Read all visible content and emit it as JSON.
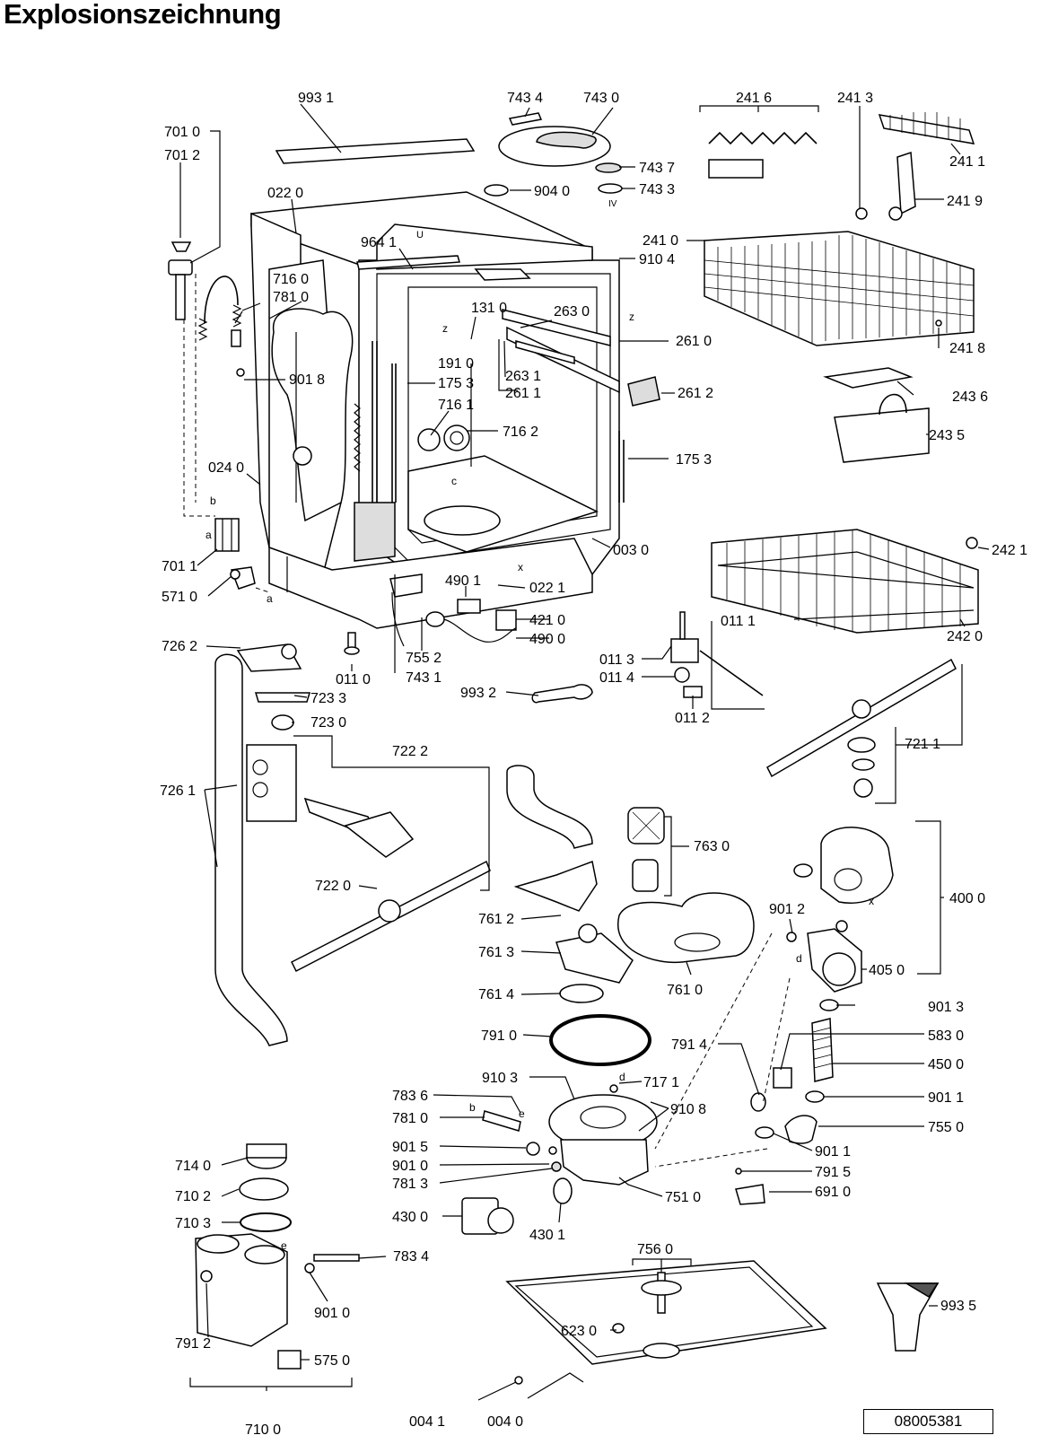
{
  "title": "Explosionszeichnung",
  "document_number": "08005381",
  "labels": [
    {
      "id": "993-1",
      "text": "993 1"
    },
    {
      "id": "743-4",
      "text": "743 4"
    },
    {
      "id": "743-0",
      "text": "743 0"
    },
    {
      "id": "241-6",
      "text": "241 6"
    },
    {
      "id": "241-3",
      "text": "241 3"
    },
    {
      "id": "701-0",
      "text": "701 0"
    },
    {
      "id": "701-2",
      "text": "701 2"
    },
    {
      "id": "743-7",
      "text": "743 7"
    },
    {
      "id": "241-1",
      "text": "241 1"
    },
    {
      "id": "904-0",
      "text": "904 0"
    },
    {
      "id": "743-3",
      "text": "743 3"
    },
    {
      "id": "022-0",
      "text": "022 0"
    },
    {
      "id": "241-9",
      "text": "241 9"
    },
    {
      "id": "964-1",
      "text": "964 1"
    },
    {
      "id": "241-0",
      "text": "241 0"
    },
    {
      "id": "910-4",
      "text": "910 4"
    },
    {
      "id": "716-0",
      "text": "716 0"
    },
    {
      "id": "781-0a",
      "text": "781 0"
    },
    {
      "id": "131-0",
      "text": "131 0"
    },
    {
      "id": "263-0",
      "text": "263 0"
    },
    {
      "id": "261-0",
      "text": "261 0"
    },
    {
      "id": "241-8",
      "text": "241 8"
    },
    {
      "id": "191-0",
      "text": "191 0"
    },
    {
      "id": "263-1",
      "text": "263 1"
    },
    {
      "id": "901-8",
      "text": "901 8"
    },
    {
      "id": "175-3a",
      "text": "175 3"
    },
    {
      "id": "261-1",
      "text": "261 1"
    },
    {
      "id": "261-2",
      "text": "261 2"
    },
    {
      "id": "243-6",
      "text": "243 6"
    },
    {
      "id": "716-1",
      "text": "716 1"
    },
    {
      "id": "716-2",
      "text": "716 2"
    },
    {
      "id": "243-5",
      "text": "243 5"
    },
    {
      "id": "175-3b",
      "text": "175 3"
    },
    {
      "id": "024-0",
      "text": "024 0"
    },
    {
      "id": "003-0",
      "text": "003 0"
    },
    {
      "id": "242-1",
      "text": "242 1"
    },
    {
      "id": "701-1",
      "text": "701 1"
    },
    {
      "id": "490-1",
      "text": "490 1"
    },
    {
      "id": "022-1",
      "text": "022 1"
    },
    {
      "id": "571-0",
      "text": "571 0"
    },
    {
      "id": "421-0",
      "text": "421 0"
    },
    {
      "id": "011-1",
      "text": "011 1"
    },
    {
      "id": "490-0",
      "text": "490 0"
    },
    {
      "id": "242-0",
      "text": "242 0"
    },
    {
      "id": "726-2",
      "text": "726 2"
    },
    {
      "id": "755-2",
      "text": "755 2"
    },
    {
      "id": "011-3",
      "text": "011 3"
    },
    {
      "id": "743-1",
      "text": "743 1"
    },
    {
      "id": "011-0",
      "text": "011 0"
    },
    {
      "id": "011-4",
      "text": "011 4"
    },
    {
      "id": "723-3",
      "text": "723 3"
    },
    {
      "id": "993-2",
      "text": "993 2"
    },
    {
      "id": "723-0",
      "text": "723 0"
    },
    {
      "id": "011-2",
      "text": "011 2"
    },
    {
      "id": "721-1",
      "text": "721 1"
    },
    {
      "id": "722-2",
      "text": "722 2"
    },
    {
      "id": "726-1",
      "text": "726 1"
    },
    {
      "id": "763-0",
      "text": "763 0"
    },
    {
      "id": "722-0",
      "text": "722 0"
    },
    {
      "id": "400-0",
      "text": "400 0"
    },
    {
      "id": "901-2",
      "text": "901 2"
    },
    {
      "id": "761-2",
      "text": "761 2"
    },
    {
      "id": "761-3",
      "text": "761 3"
    },
    {
      "id": "405-0",
      "text": "405 0"
    },
    {
      "id": "761-0",
      "text": "761 0"
    },
    {
      "id": "761-4",
      "text": "761 4"
    },
    {
      "id": "901-3",
      "text": "901 3"
    },
    {
      "id": "791-0",
      "text": "791 0"
    },
    {
      "id": "791-4",
      "text": "791 4"
    },
    {
      "id": "583-0",
      "text": "583 0"
    },
    {
      "id": "450-0",
      "text": "450 0"
    },
    {
      "id": "910-3",
      "text": "910 3"
    },
    {
      "id": "717-1",
      "text": "717 1"
    },
    {
      "id": "783-6",
      "text": "783 6"
    },
    {
      "id": "901-1a",
      "text": "901 1"
    },
    {
      "id": "910-8",
      "text": "910 8"
    },
    {
      "id": "781-0b",
      "text": "781 0"
    },
    {
      "id": "755-0",
      "text": "755 0"
    },
    {
      "id": "901-5",
      "text": "901 5"
    },
    {
      "id": "901-1b",
      "text": "901 1"
    },
    {
      "id": "714-0",
      "text": "714 0"
    },
    {
      "id": "901-0a",
      "text": "901 0"
    },
    {
      "id": "791-5",
      "text": "791 5"
    },
    {
      "id": "781-3",
      "text": "781 3"
    },
    {
      "id": "751-0",
      "text": "751 0"
    },
    {
      "id": "691-0",
      "text": "691 0"
    },
    {
      "id": "710-2",
      "text": "710 2"
    },
    {
      "id": "430-0",
      "text": "430 0"
    },
    {
      "id": "430-1",
      "text": "430 1"
    },
    {
      "id": "710-3",
      "text": "710 3"
    },
    {
      "id": "756-0",
      "text": "756 0"
    },
    {
      "id": "783-4",
      "text": "783 4"
    },
    {
      "id": "993-5",
      "text": "993 5"
    },
    {
      "id": "901-0b",
      "text": "901 0"
    },
    {
      "id": "623-0",
      "text": "623 0"
    },
    {
      "id": "791-2",
      "text": "791 2"
    },
    {
      "id": "575-0",
      "text": "575 0"
    },
    {
      "id": "004-1",
      "text": "004 1"
    },
    {
      "id": "004-0",
      "text": "004 0"
    },
    {
      "id": "710-0",
      "text": "710 0"
    }
  ],
  "letters": [
    {
      "id": "b1",
      "text": "b"
    },
    {
      "id": "a1",
      "text": "a"
    },
    {
      "id": "a2",
      "text": "a"
    },
    {
      "id": "z1",
      "text": "z"
    },
    {
      "id": "z2",
      "text": "z"
    },
    {
      "id": "c1",
      "text": "c"
    },
    {
      "id": "x1",
      "text": "x"
    },
    {
      "id": "x2",
      "text": "x"
    },
    {
      "id": "d1",
      "text": "d"
    },
    {
      "id": "d2",
      "text": "d"
    },
    {
      "id": "e1",
      "text": "e"
    },
    {
      "id": "b2",
      "text": "b"
    },
    {
      "id": "e2",
      "text": "e"
    },
    {
      "id": "u1",
      "text": "U"
    },
    {
      "id": "iv1",
      "text": "IV"
    }
  ]
}
